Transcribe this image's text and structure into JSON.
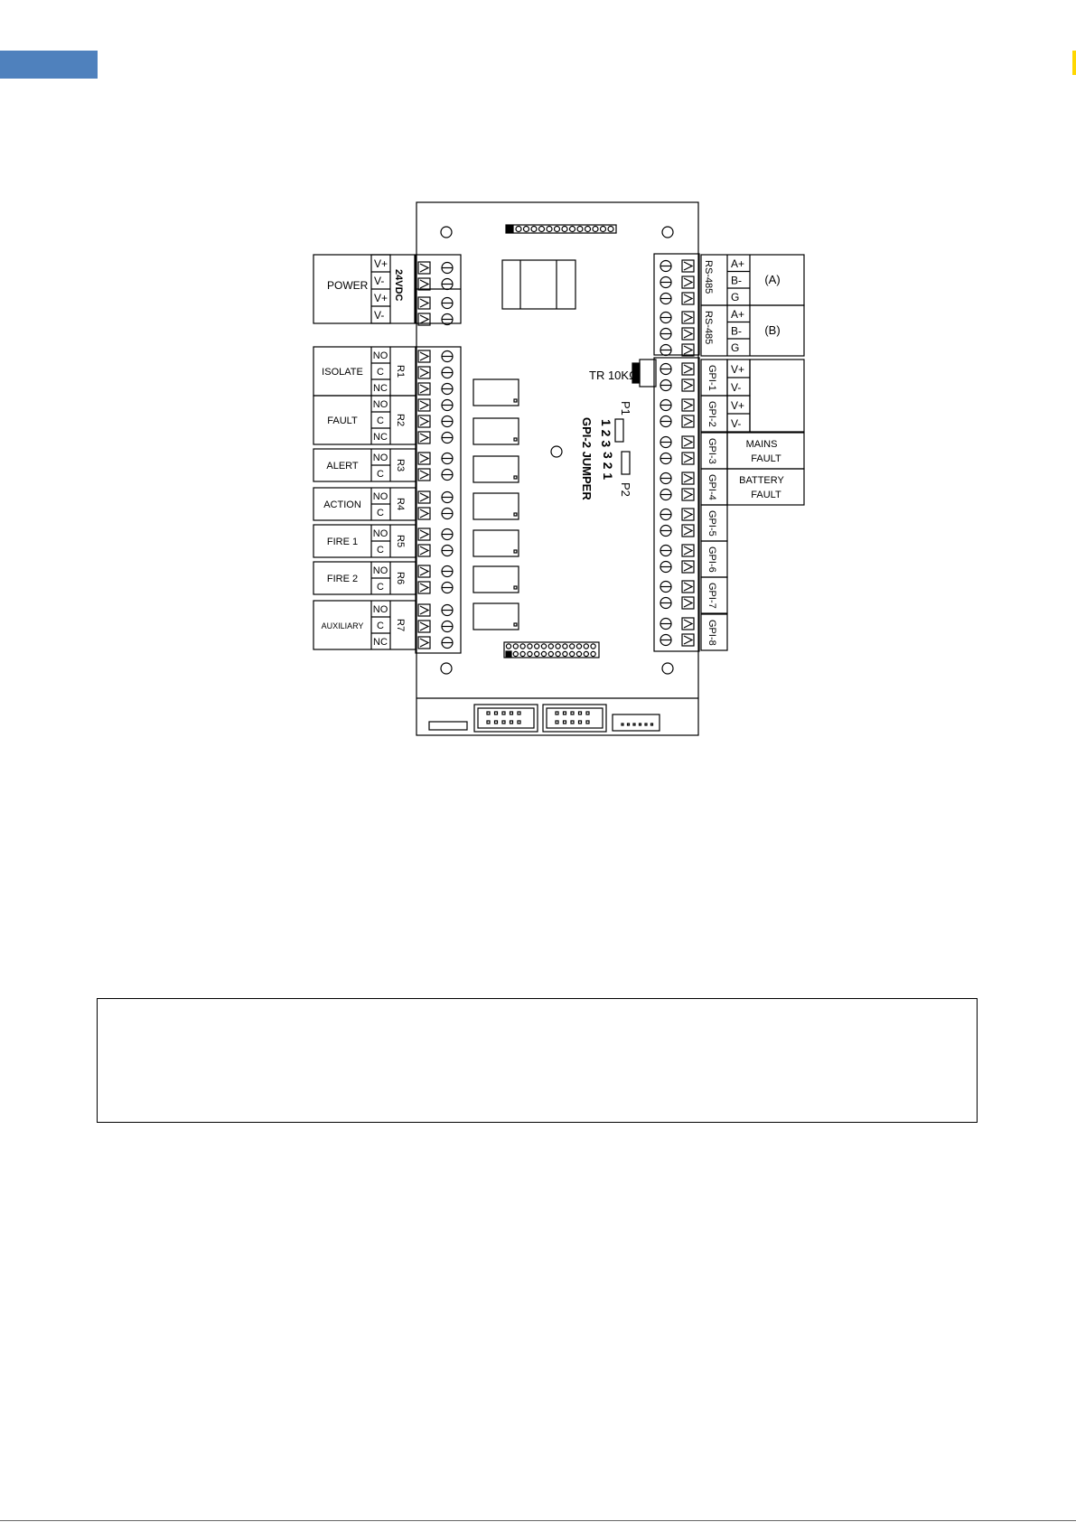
{
  "header": {
    "tab_color": "#4f81bd"
  },
  "diagram": {
    "power_label": "POWER",
    "supply_label": "24VDC",
    "power_pins": [
      "V+",
      "V-",
      "V+",
      "V-"
    ],
    "relays": [
      {
        "name": "ISOLATE",
        "ref": "R1",
        "pins": [
          "NO",
          "C",
          "NC"
        ]
      },
      {
        "name": "FAULT",
        "ref": "R2",
        "pins": [
          "NO",
          "C",
          "NC"
        ]
      },
      {
        "name": "ALERT",
        "ref": "R3",
        "pins": [
          "NO",
          "C"
        ]
      },
      {
        "name": "ACTION",
        "ref": "R4",
        "pins": [
          "NO",
          "C"
        ]
      },
      {
        "name": "FIRE 1",
        "ref": "R5",
        "pins": [
          "NO",
          "C"
        ]
      },
      {
        "name": "FIRE 2",
        "ref": "R6",
        "pins": [
          "NO",
          "C"
        ]
      },
      {
        "name": "AUXILIARY",
        "ref": "R7",
        "pins": [
          "NO",
          "C",
          "NC"
        ]
      }
    ],
    "rs485": [
      {
        "ref": "RS-485",
        "pins": [
          "A+",
          "B-",
          "G"
        ],
        "tag": "(A)"
      },
      {
        "ref": "RS-485",
        "pins": [
          "A+",
          "B-",
          "G"
        ],
        "tag": "(B)"
      }
    ],
    "gpi": [
      {
        "ref": "GPI-1",
        "pins": [
          "V+",
          "V-"
        ]
      },
      {
        "ref": "GPI-2",
        "pins": [
          "V+",
          "V-"
        ]
      },
      {
        "ref": "GPI-3",
        "desc": [
          "MAINS",
          "FAULT"
        ]
      },
      {
        "ref": "GPI-4",
        "desc": [
          "BATTERY",
          "FAULT"
        ]
      },
      {
        "ref": "GPI-5"
      },
      {
        "ref": "GPI-6"
      },
      {
        "ref": "GPI-7"
      },
      {
        "ref": "GPI-8"
      }
    ],
    "tr_label": "TR 10KΩ",
    "p1_label": "P1",
    "p1_pins": "1 2 3",
    "p2_label": "P2",
    "p2_pins": "3 2 1",
    "jumper_label": "GPI-2 JUMPER"
  },
  "note": {}
}
